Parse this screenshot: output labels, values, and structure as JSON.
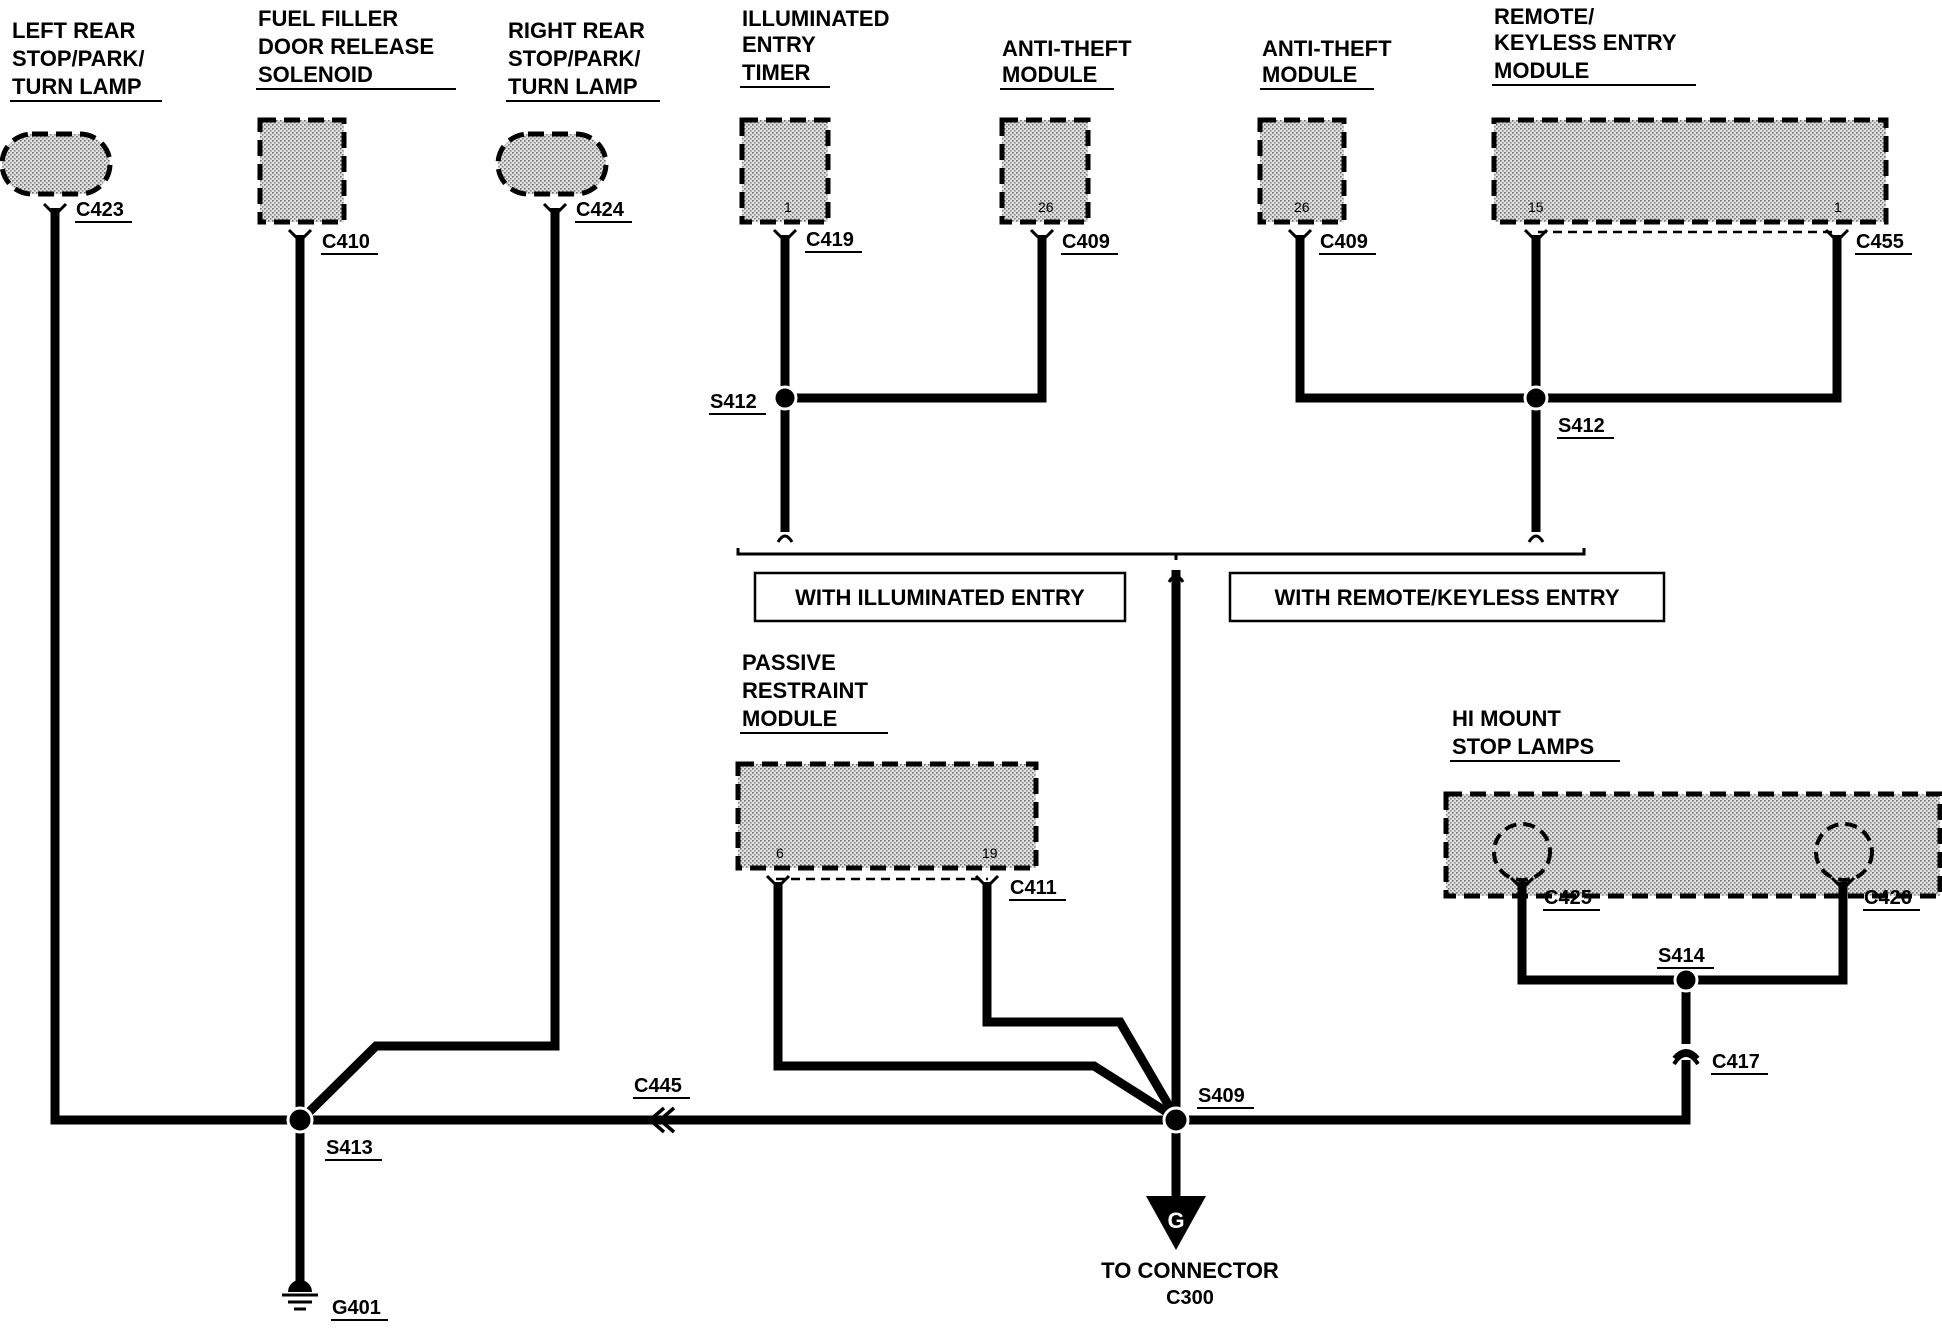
{
  "components": {
    "left_rear_lamp": {
      "lines": [
        "LEFT REAR",
        "STOP/PARK/",
        "TURN LAMP"
      ],
      "connector": "C423"
    },
    "fuel_filler": {
      "lines": [
        "FUEL FILLER",
        "DOOR RELEASE",
        "SOLENOID"
      ],
      "connector": "C410"
    },
    "right_rear_lamp": {
      "lines": [
        "RIGHT REAR",
        "STOP/PARK/",
        "TURN LAMP"
      ],
      "connector": "C424"
    },
    "entry_timer": {
      "lines": [
        "ILLUMINATED",
        "ENTRY",
        "TIMER"
      ],
      "connector": "C419",
      "pin": "1"
    },
    "anti_theft_1": {
      "lines": [
        "ANTI-THEFT",
        "MODULE"
      ],
      "connector": "C409",
      "pin": "26"
    },
    "anti_theft_2": {
      "lines": [
        "ANTI-THEFT",
        "MODULE"
      ],
      "connector": "C409",
      "pin": "26"
    },
    "keyless_entry": {
      "lines": [
        "REMOTE/",
        "KEYLESS ENTRY",
        "MODULE"
      ],
      "connector": "C455",
      "pins": [
        "15",
        "1"
      ]
    },
    "passive_restraint": {
      "lines": [
        "PASSIVE",
        "RESTRAINT",
        "MODULE"
      ],
      "connector": "C411",
      "pins": [
        "6",
        "19"
      ]
    },
    "hi_mount": {
      "lines": [
        "HI MOUNT",
        "STOP LAMPS"
      ],
      "connectors": [
        "C425",
        "C426"
      ]
    }
  },
  "splices": {
    "s412_left": "S412",
    "s412_right": "S412",
    "s409": "S409",
    "s413": "S413",
    "s414": "S414"
  },
  "connectors": {
    "c445": "C445",
    "c417": "C417"
  },
  "options": {
    "illuminated": "WITH ILLUMINATED ENTRY",
    "keyless": "WITH REMOTE/KEYLESS ENTRY"
  },
  "ground": {
    "id": "G401",
    "symbol_letter": "G"
  },
  "destination": {
    "line1": "TO CONNECTOR",
    "line2": "C300"
  }
}
